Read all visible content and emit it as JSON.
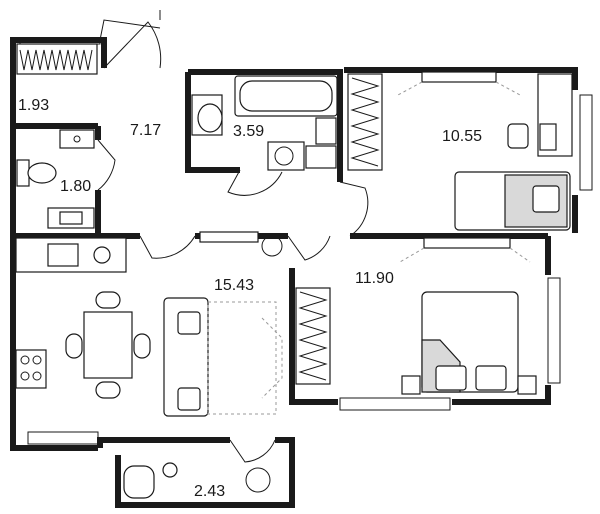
{
  "floor_plan": {
    "rooms": [
      {
        "id": "closet",
        "area": "1.93"
      },
      {
        "id": "hallway",
        "area": "7.17"
      },
      {
        "id": "bathroom",
        "area": "3.59"
      },
      {
        "id": "bedroom-small",
        "area": "10.55"
      },
      {
        "id": "toilet",
        "area": "1.80"
      },
      {
        "id": "living-kitchen",
        "area": "15.43"
      },
      {
        "id": "bedroom-large",
        "area": "11.90"
      },
      {
        "id": "balcony",
        "area": "2.43"
      }
    ]
  }
}
